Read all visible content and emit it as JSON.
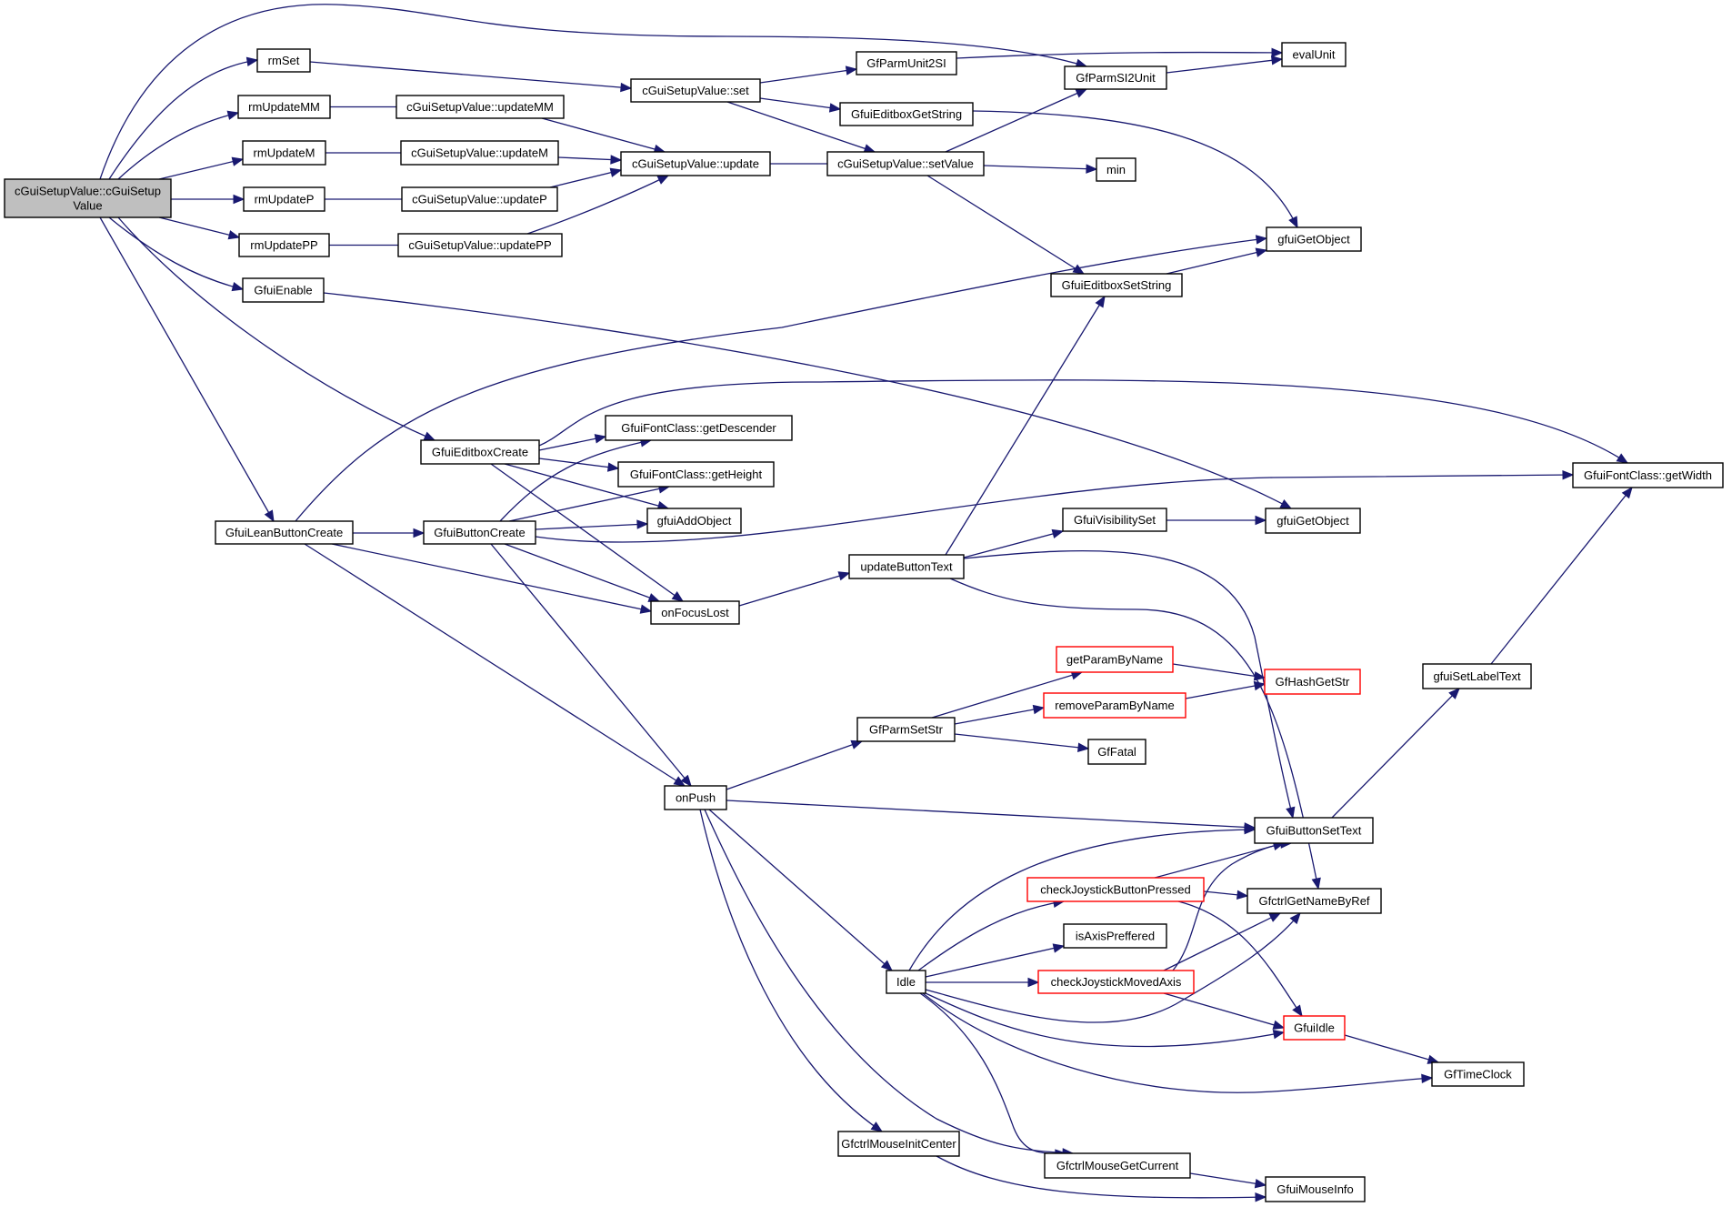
{
  "diagram": {
    "type": "call-graph",
    "colors": {
      "edge": "#191970",
      "node_border": "#000000",
      "node_border_truncated": "#ff0000",
      "root_fill": "#bfbfbf",
      "node_fill": "#ffffff"
    },
    "nodes": [
      {
        "id": "root",
        "label": [
          "cGuiSetupValue::cGuiSetup",
          "Value"
        ],
        "style": "root"
      },
      {
        "id": "rmSet",
        "label": [
          "rmSet"
        ],
        "style": "normal"
      },
      {
        "id": "rmUpdateMM",
        "label": [
          "rmUpdateMM"
        ],
        "style": "normal"
      },
      {
        "id": "rmUpdateM",
        "label": [
          "rmUpdateM"
        ],
        "style": "normal"
      },
      {
        "id": "rmUpdateP",
        "label": [
          "rmUpdateP"
        ],
        "style": "normal"
      },
      {
        "id": "rmUpdatePP",
        "label": [
          "rmUpdatePP"
        ],
        "style": "normal"
      },
      {
        "id": "GfuiEnable",
        "label": [
          "GfuiEnable"
        ],
        "style": "normal"
      },
      {
        "id": "updateMM",
        "label": [
          "cGuiSetupValue::updateMM"
        ],
        "style": "normal"
      },
      {
        "id": "updateM",
        "label": [
          "cGuiSetupValue::updateM"
        ],
        "style": "normal"
      },
      {
        "id": "updateP",
        "label": [
          "cGuiSetupValue::updateP"
        ],
        "style": "normal"
      },
      {
        "id": "updatePP",
        "label": [
          "cGuiSetupValue::updatePP"
        ],
        "style": "normal"
      },
      {
        "id": "set",
        "label": [
          "cGuiSetupValue::set"
        ],
        "style": "normal"
      },
      {
        "id": "update",
        "label": [
          "cGuiSetupValue::update"
        ],
        "style": "normal"
      },
      {
        "id": "setValue",
        "label": [
          "cGuiSetupValue::setValue"
        ],
        "style": "normal"
      },
      {
        "id": "GfParmUnit2SI",
        "label": [
          "GfParmUnit2SI"
        ],
        "style": "normal"
      },
      {
        "id": "GfuiEditboxGetString",
        "label": [
          "GfuiEditboxGetString"
        ],
        "style": "normal"
      },
      {
        "id": "GfParmSI2Unit",
        "label": [
          "GfParmSI2Unit"
        ],
        "style": "normal"
      },
      {
        "id": "evalUnit",
        "label": [
          "evalUnit"
        ],
        "style": "normal"
      },
      {
        "id": "min",
        "label": [
          "min"
        ],
        "style": "normal"
      },
      {
        "id": "gfuiGetObject1",
        "label": [
          "gfuiGetObject"
        ],
        "style": "normal"
      },
      {
        "id": "GfuiEditboxSetString",
        "label": [
          "GfuiEditboxSetString"
        ],
        "style": "normal"
      },
      {
        "id": "GfuiEditboxCreate",
        "label": [
          "GfuiEditboxCreate"
        ],
        "style": "normal"
      },
      {
        "id": "getDescender",
        "label": [
          "GfuiFontClass::getDescender"
        ],
        "style": "normal"
      },
      {
        "id": "getHeight",
        "label": [
          "GfuiFontClass::getHeight"
        ],
        "style": "normal"
      },
      {
        "id": "gfuiAddObject",
        "label": [
          "gfuiAddObject"
        ],
        "style": "normal"
      },
      {
        "id": "GfuiLeanButtonCreate",
        "label": [
          "GfuiLeanButtonCreate"
        ],
        "style": "normal"
      },
      {
        "id": "GfuiButtonCreate",
        "label": [
          "GfuiButtonCreate"
        ],
        "style": "normal"
      },
      {
        "id": "onFocusLost",
        "label": [
          "onFocusLost"
        ],
        "style": "normal"
      },
      {
        "id": "updateButtonText",
        "label": [
          "updateButtonText"
        ],
        "style": "normal"
      },
      {
        "id": "GfuiVisibilitySet",
        "label": [
          "GfuiVisibilitySet"
        ],
        "style": "normal"
      },
      {
        "id": "gfuiGetObject2",
        "label": [
          "gfuiGetObject"
        ],
        "style": "normal"
      },
      {
        "id": "getWidth",
        "label": [
          "GfuiFontClass::getWidth"
        ],
        "style": "normal"
      },
      {
        "id": "getParamByName",
        "label": [
          "getParamByName"
        ],
        "style": "red"
      },
      {
        "id": "removeParamByName",
        "label": [
          "removeParamByName"
        ],
        "style": "red"
      },
      {
        "id": "GfHashGetStr",
        "label": [
          "GfHashGetStr"
        ],
        "style": "red"
      },
      {
        "id": "GfParmSetStr",
        "label": [
          "GfParmSetStr"
        ],
        "style": "normal"
      },
      {
        "id": "GfFatal",
        "label": [
          "GfFatal"
        ],
        "style": "normal"
      },
      {
        "id": "gfuiSetLabelText",
        "label": [
          "gfuiSetLabelText"
        ],
        "style": "normal"
      },
      {
        "id": "onPush",
        "label": [
          "onPush"
        ],
        "style": "normal"
      },
      {
        "id": "GfuiButtonSetText",
        "label": [
          "GfuiButtonSetText"
        ],
        "style": "normal"
      },
      {
        "id": "checkJoystickButtonPressed",
        "label": [
          "checkJoystickButtonPressed"
        ],
        "style": "red"
      },
      {
        "id": "GfctrlGetNameByRef",
        "label": [
          "GfctrlGetNameByRef"
        ],
        "style": "normal"
      },
      {
        "id": "isAxisPreffered",
        "label": [
          "isAxisPreffered"
        ],
        "style": "normal"
      },
      {
        "id": "Idle",
        "label": [
          "Idle"
        ],
        "style": "normal"
      },
      {
        "id": "checkJoystickMovedAxis",
        "label": [
          "checkJoystickMovedAxis"
        ],
        "style": "red"
      },
      {
        "id": "GfuiIdle",
        "label": [
          "GfuiIdle"
        ],
        "style": "red"
      },
      {
        "id": "GfTimeClock",
        "label": [
          "GfTimeClock"
        ],
        "style": "normal"
      },
      {
        "id": "GfctrlMouseInitCenter",
        "label": [
          "GfctrlMouseInitCenter"
        ],
        "style": "normal"
      },
      {
        "id": "GfctrlMouseGetCurrent",
        "label": [
          "GfctrlMouseGetCurrent"
        ],
        "style": "normal"
      },
      {
        "id": "GfuiMouseInfo",
        "label": [
          "GfuiMouseInfo"
        ],
        "style": "normal"
      }
    ],
    "edges": [
      [
        "root",
        "GfParmSI2Unit"
      ],
      [
        "root",
        "rmSet"
      ],
      [
        "root",
        "rmUpdateMM"
      ],
      [
        "root",
        "rmUpdateM"
      ],
      [
        "root",
        "rmUpdateP"
      ],
      [
        "root",
        "rmUpdatePP"
      ],
      [
        "root",
        "GfuiEnable"
      ],
      [
        "root",
        "GfuiEditboxCreate"
      ],
      [
        "root",
        "GfuiLeanButtonCreate"
      ],
      [
        "rmSet",
        "set"
      ],
      [
        "rmUpdateMM",
        "updateMM"
      ],
      [
        "rmUpdateM",
        "updateM"
      ],
      [
        "rmUpdateP",
        "updateP"
      ],
      [
        "rmUpdatePP",
        "updatePP"
      ],
      [
        "updateMM",
        "update"
      ],
      [
        "updateM",
        "update"
      ],
      [
        "updateP",
        "update"
      ],
      [
        "updatePP",
        "update"
      ],
      [
        "update",
        "setValue"
      ],
      [
        "set",
        "GfParmUnit2SI"
      ],
      [
        "set",
        "GfuiEditboxGetString"
      ],
      [
        "set",
        "setValue"
      ],
      [
        "GfParmUnit2SI",
        "evalUnit"
      ],
      [
        "GfParmSI2Unit",
        "evalUnit"
      ],
      [
        "setValue",
        "GfParmSI2Unit"
      ],
      [
        "setValue",
        "min"
      ],
      [
        "setValue",
        "GfuiEditboxSetString"
      ],
      [
        "GfuiEditboxGetString",
        "gfuiGetObject1"
      ],
      [
        "GfuiEditboxSetString",
        "gfuiGetObject1"
      ],
      [
        "GfuiEnable",
        "gfuiGetObject2"
      ],
      [
        "GfuiEditboxCreate",
        "getWidth"
      ],
      [
        "GfuiEditboxCreate",
        "getDescender"
      ],
      [
        "GfuiEditboxCreate",
        "getHeight"
      ],
      [
        "GfuiEditboxCreate",
        "gfuiAddObject"
      ],
      [
        "GfuiEditboxCreate",
        "onFocusLost"
      ],
      [
        "GfuiLeanButtonCreate",
        "gfuiGetObject1"
      ],
      [
        "GfuiLeanButtonCreate",
        "GfuiButtonCreate"
      ],
      [
        "GfuiLeanButtonCreate",
        "onFocusLost"
      ],
      [
        "GfuiLeanButtonCreate",
        "onPush"
      ],
      [
        "GfuiButtonCreate",
        "getDescender"
      ],
      [
        "GfuiButtonCreate",
        "getHeight"
      ],
      [
        "GfuiButtonCreate",
        "gfuiAddObject"
      ],
      [
        "GfuiButtonCreate",
        "getWidth"
      ],
      [
        "GfuiButtonCreate",
        "onFocusLost"
      ],
      [
        "GfuiButtonCreate",
        "onPush"
      ],
      [
        "onFocusLost",
        "updateButtonText"
      ],
      [
        "updateButtonText",
        "GfuiEditboxSetString"
      ],
      [
        "updateButtonText",
        "GfuiVisibilitySet"
      ],
      [
        "updateButtonText",
        "GfuiButtonSetText"
      ],
      [
        "updateButtonText",
        "GfctrlGetNameByRef"
      ],
      [
        "GfuiVisibilitySet",
        "gfuiGetObject2"
      ],
      [
        "onPush",
        "GfParmSetStr"
      ],
      [
        "onPush",
        "GfuiButtonSetText"
      ],
      [
        "onPush",
        "Idle"
      ],
      [
        "onPush",
        "GfctrlMouseInitCenter"
      ],
      [
        "onPush",
        "GfctrlMouseGetCurrent"
      ],
      [
        "GfParmSetStr",
        "getParamByName"
      ],
      [
        "GfParmSetStr",
        "removeParamByName"
      ],
      [
        "GfParmSetStr",
        "GfFatal"
      ],
      [
        "getParamByName",
        "GfHashGetStr"
      ],
      [
        "removeParamByName",
        "GfHashGetStr"
      ],
      [
        "GfuiButtonSetText",
        "gfuiSetLabelText"
      ],
      [
        "gfuiSetLabelText",
        "getWidth"
      ],
      [
        "Idle",
        "GfuiButtonSetText"
      ],
      [
        "Idle",
        "checkJoystickButtonPressed"
      ],
      [
        "Idle",
        "isAxisPreffered"
      ],
      [
        "Idle",
        "checkJoystickMovedAxis"
      ],
      [
        "Idle",
        "GfctrlGetNameByRef"
      ],
      [
        "Idle",
        "GfuiIdle"
      ],
      [
        "Idle",
        "GfTimeClock"
      ],
      [
        "Idle",
        "GfctrlMouseGetCurrent"
      ],
      [
        "checkJoystickButtonPressed",
        "GfuiButtonSetText"
      ],
      [
        "checkJoystickButtonPressed",
        "GfctrlGetNameByRef"
      ],
      [
        "checkJoystickButtonPressed",
        "GfuiIdle"
      ],
      [
        "checkJoystickMovedAxis",
        "GfuiButtonSetText"
      ],
      [
        "checkJoystickMovedAxis",
        "GfctrlGetNameByRef"
      ],
      [
        "checkJoystickMovedAxis",
        "GfuiIdle"
      ],
      [
        "GfuiIdle",
        "GfTimeClock"
      ],
      [
        "GfctrlMouseInitCenter",
        "GfuiMouseInfo"
      ],
      [
        "GfctrlMouseGetCurrent",
        "GfuiMouseInfo"
      ]
    ]
  }
}
